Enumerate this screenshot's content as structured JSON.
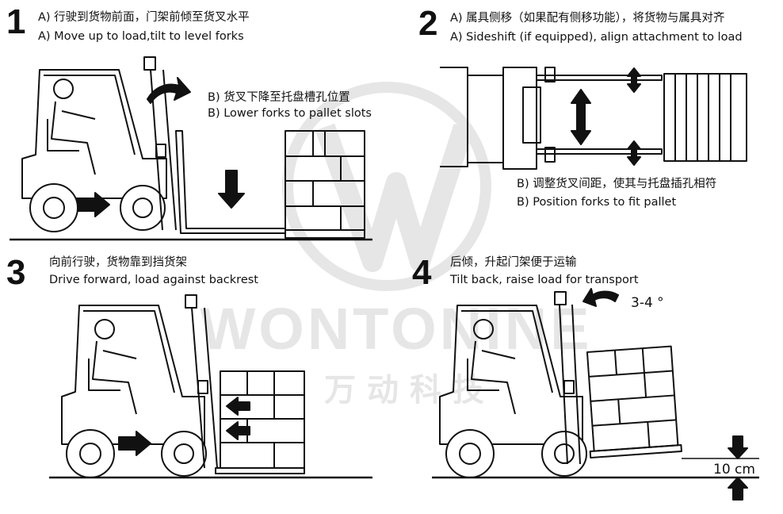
{
  "steps": [
    {
      "number": "1",
      "a_cn": "A) 行驶到货物前面，门架前倾至货叉水平",
      "a_en": "A) Move up to load,tilt to level forks",
      "b_cn": "B) 货叉下降至托盘槽孔位置",
      "b_en": "B) Lower forks to pallet slots"
    },
    {
      "number": "2",
      "a_cn": "A) 属具侧移（如果配有侧移功能），将货物与属具对齐",
      "a_en": "A) Sideshift (if equipped), align attachment to load",
      "b_cn": "B) 调整货叉间距，使其与托盘插孔相符",
      "b_en": "B) Position forks to fit pallet"
    },
    {
      "number": "3",
      "a_cn": "向前行驶，货物靠到挡货架",
      "a_en": "Drive forward, load against backrest"
    },
    {
      "number": "4",
      "a_cn": "后倾，升起门架便于运输",
      "a_en": "Tilt back, raise load for transport",
      "angle": "3-4 °",
      "height": "10 cm"
    }
  ],
  "watermark": {
    "brand": "WONTONINE",
    "cn": "万 动 科 技"
  },
  "colors": {
    "ink": "#111111",
    "watermark": "#e6e6e6"
  }
}
